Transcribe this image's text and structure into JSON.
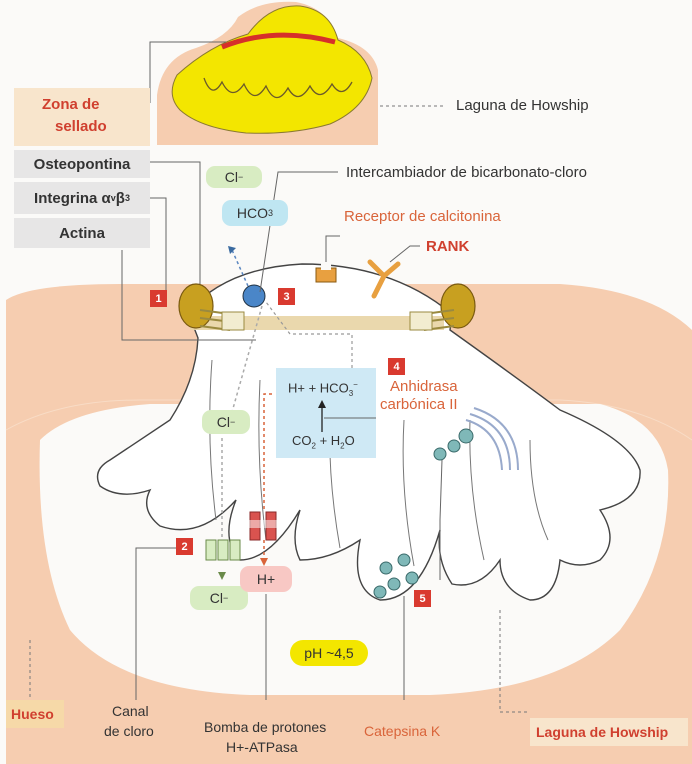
{
  "labels": {
    "laguna_top": "Laguna de Howship",
    "zona_sellado_1": "Zona de",
    "zona_sellado_2": "sellado",
    "osteopontina": "Osteopontina",
    "integrina_main": "Integrina α",
    "integrina_sub1": "v",
    "integrina_beta": "β",
    "integrina_sub2": "3",
    "actina": "Actina",
    "intercambiador": "Intercambiador de bicarbonato-cloro",
    "receptor_calcitonina": "Receptor de calcitonina",
    "rank": "RANK",
    "cl_top": "Cl",
    "cl_top_sup": "−",
    "hco3_top": "HCO",
    "hco3_top_sub": "3",
    "reaction_top": "H+ + HCO",
    "reaction_top_sub": "3",
    "reaction_top_sup": "−",
    "reaction_bottom": "CO",
    "reaction_bottom_sub": "2",
    "reaction_bottom_rest": " + H",
    "reaction_bottom_sub2": "2",
    "reaction_bottom_end": "O",
    "anhidrasa_1": "Anhidrasa",
    "anhidrasa_2": "carbónica II",
    "cl_mid": "Cl",
    "cl_mid_sup": "−",
    "cl_bottom": "Cl",
    "cl_bottom_sup": "−",
    "h_plus": "H+",
    "ph": "pH ~4,5",
    "hueso": "Hueso",
    "canal_1": "Canal",
    "canal_2": "de cloro",
    "bomba_1": "Bomba de protones",
    "bomba_2": "H+-ATPasa",
    "catepsina": "Catepsina K",
    "laguna_bottom": "Laguna de Howship"
  },
  "markers": [
    "1",
    "2",
    "3",
    "4",
    "5"
  ],
  "colors": {
    "bone": "#f6cdb0",
    "cell": "#ffffff",
    "seal_zone": "#e8d4a4",
    "yellow": "#f3e600",
    "red_label": "#d0402f",
    "marker": "#d93a2f",
    "green_ion": "#d8ecc2",
    "blue_ion": "#bfe6f2",
    "pink_ion": "#f8c8c4",
    "integrin": "#c8a020",
    "transporter": "#4a86c8",
    "cathepsin": "#7fb8b8"
  }
}
